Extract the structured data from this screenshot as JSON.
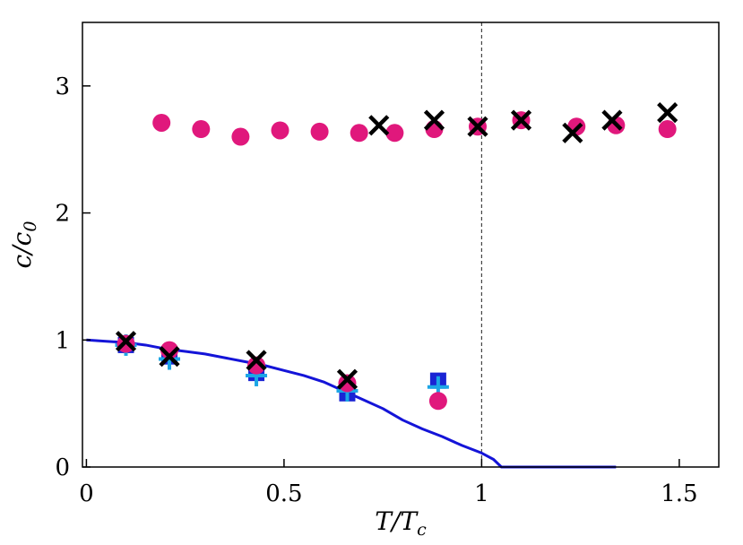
{
  "chart_data": {
    "type": "scatter",
    "title": "",
    "xlabel": "T/T_c",
    "ylabel": "c/c_0",
    "xlabel_parts": {
      "main": "T/T",
      "sub": "c"
    },
    "ylabel_parts": {
      "main": "c/c",
      "sub": "0"
    },
    "xlim": [
      -0.01,
      1.6
    ],
    "ylim": [
      0,
      3.5
    ],
    "xticks": [
      0,
      0.5,
      1,
      1.5
    ],
    "xtick_labels": [
      "0",
      "0.5",
      "1",
      "1.5"
    ],
    "yticks": [
      0,
      1,
      2,
      3
    ],
    "ytick_labels": [
      "0",
      "1",
      "2",
      "3"
    ],
    "grid": false,
    "legend": "none",
    "vline": {
      "x": 1.0,
      "style": "dashed",
      "color": "#444444"
    },
    "series": [
      {
        "kind": "line",
        "color": "#1414d8",
        "x": [
          0,
          0.05,
          0.1,
          0.15,
          0.2,
          0.25,
          0.3,
          0.35,
          0.4,
          0.45,
          0.5,
          0.55,
          0.6,
          0.65,
          0.7,
          0.75,
          0.8,
          0.85,
          0.9,
          0.95,
          1.0,
          1.03,
          1.05,
          1.1,
          1.2,
          1.3,
          1.34
        ],
        "y": [
          1.0,
          0.99,
          0.98,
          0.96,
          0.93,
          0.91,
          0.89,
          0.86,
          0.83,
          0.8,
          0.76,
          0.72,
          0.67,
          0.6,
          0.53,
          0.46,
          0.37,
          0.3,
          0.24,
          0.17,
          0.11,
          0.06,
          0.0,
          0.0,
          0.0,
          0.0,
          0.0
        ]
      },
      {
        "kind": "square",
        "color": "#1a24d4",
        "x": [
          0.1,
          0.21,
          0.43,
          0.66,
          0.89
        ],
        "y": [
          0.96,
          0.87,
          0.74,
          0.58,
          0.68
        ]
      },
      {
        "kind": "plus",
        "color": "#1ca6e6",
        "x": [
          0.1,
          0.21,
          0.43,
          0.66,
          0.89
        ],
        "y": [
          0.96,
          0.85,
          0.72,
          0.6,
          0.63
        ]
      },
      {
        "kind": "circle",
        "color": "#e0187c",
        "x": [
          0.1,
          0.21,
          0.43,
          0.66,
          0.89,
          0.19,
          0.29,
          0.39,
          0.49,
          0.59,
          0.69,
          0.78,
          0.88,
          0.99,
          1.1,
          1.24,
          1.34,
          1.47
        ],
        "y": [
          0.97,
          0.92,
          0.8,
          0.66,
          0.52,
          2.71,
          2.66,
          2.6,
          2.65,
          2.64,
          2.63,
          2.63,
          2.66,
          2.68,
          2.73,
          2.68,
          2.69,
          2.66
        ]
      },
      {
        "kind": "cross",
        "color": "#000000",
        "x": [
          0.1,
          0.21,
          0.43,
          0.66,
          0.74,
          0.88,
          0.99,
          1.1,
          1.23,
          1.33,
          1.47
        ],
        "y": [
          0.99,
          0.87,
          0.84,
          0.69,
          2.69,
          2.73,
          2.68,
          2.73,
          2.63,
          2.73,
          2.79
        ]
      }
    ]
  }
}
